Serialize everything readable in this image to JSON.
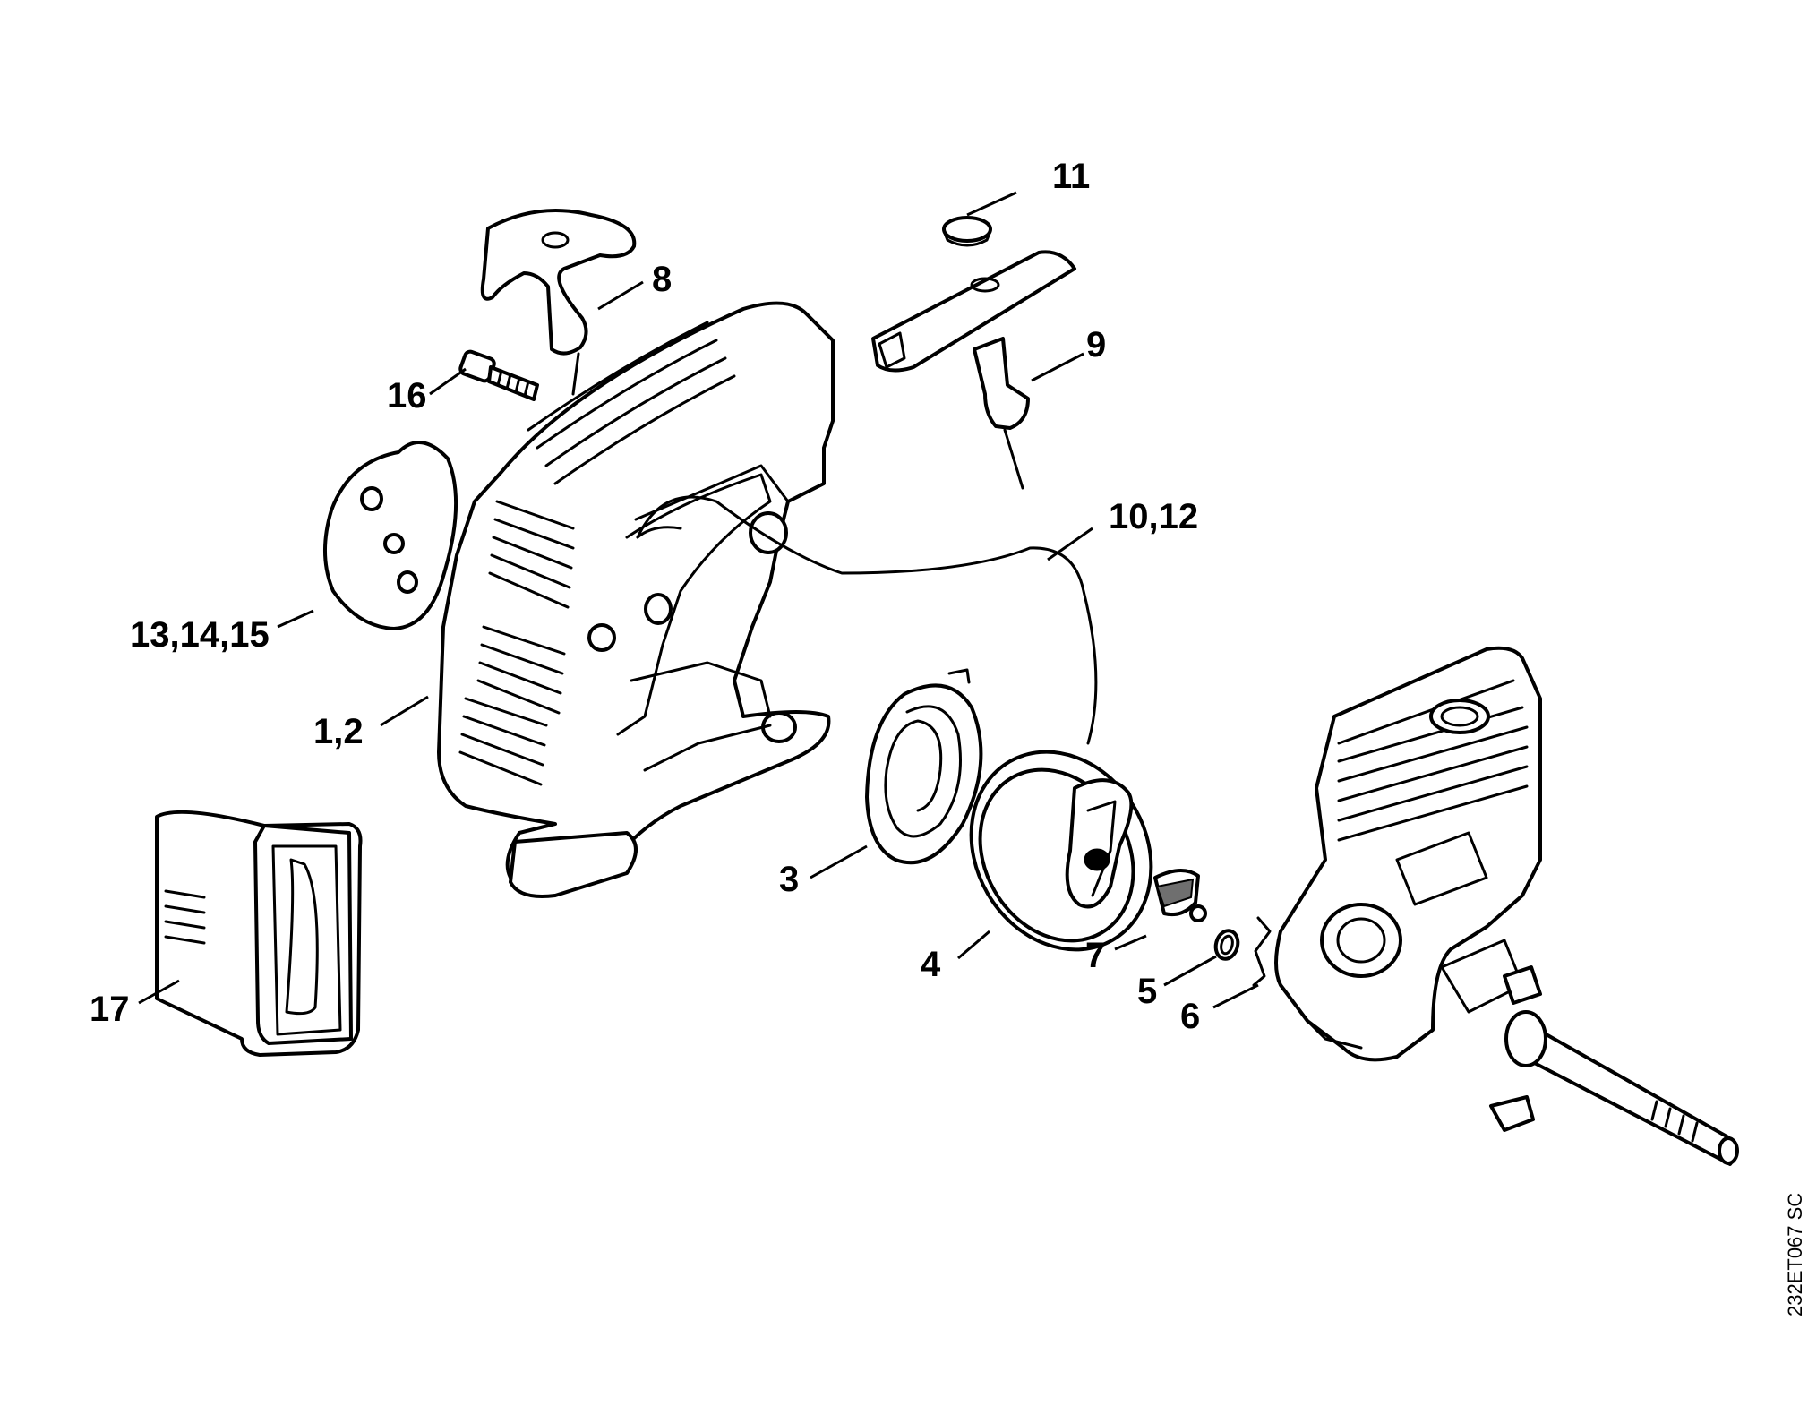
{
  "callouts": {
    "c11": "11",
    "c8": "8",
    "c9": "9",
    "c16": "16",
    "c10_12": "10,12",
    "c13_14_15": "13,14,15",
    "c1_2": "1,2",
    "c3": "3",
    "c4": "4",
    "c7": "7",
    "c5": "5",
    "c6": "6",
    "c17": "17"
  },
  "drawing_id": "232ET067 SC"
}
